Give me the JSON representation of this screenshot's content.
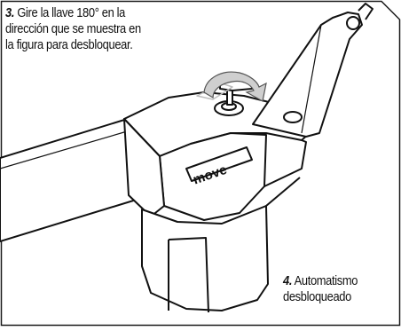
{
  "step3": {
    "number": "3.",
    "lines": [
      "Gire la llave 180° en la",
      "dirección que se muestra en",
      "la figura para desbloquear."
    ]
  },
  "step4": {
    "number": "4.",
    "lines": [
      "Automatismo",
      "desbloqueado"
    ]
  },
  "brand": "move",
  "colors": {
    "border": "#1a1a1a",
    "ink": "#111111",
    "arrow": "#bdbdbd"
  }
}
